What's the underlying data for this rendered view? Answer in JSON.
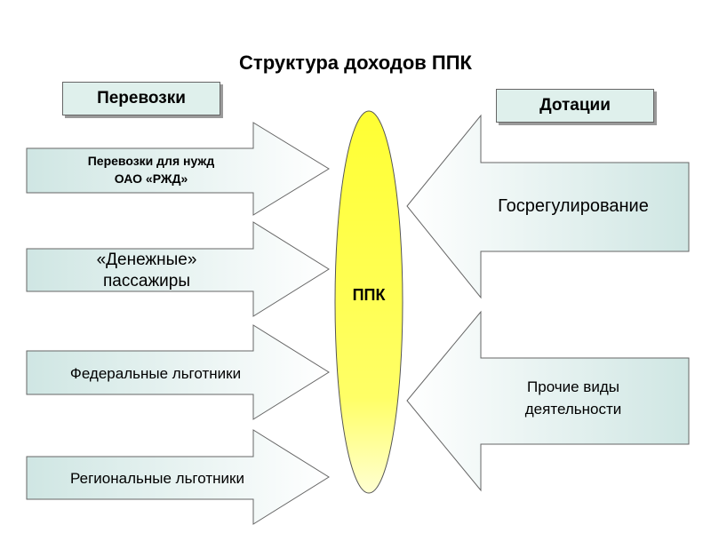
{
  "title": "Структура доходов ППК",
  "left_header": "Перевозки",
  "right_header": "Дотации",
  "center": "ППК",
  "left_arrows": [
    {
      "lines": [
        "Перевозки для нужд",
        "ОАО «РЖД»"
      ]
    },
    {
      "lines": [
        "«Денежные»",
        "пассажиры"
      ]
    },
    {
      "lines": [
        "Федеральные льготники"
      ]
    },
    {
      "lines": [
        "Региональные льготники"
      ]
    }
  ],
  "right_arrows": [
    {
      "lines": [
        "Госрегулирование"
      ]
    },
    {
      "lines": [
        "Прочие виды",
        "деятельности"
      ]
    }
  ],
  "colors": {
    "ellipse_fill": "#ffff4d",
    "ellipse_light": "#ffffc8",
    "arrow_fill": "#d8ebe9",
    "arrow_light": "#ffffff",
    "header_fill": "#dff0ec"
  }
}
